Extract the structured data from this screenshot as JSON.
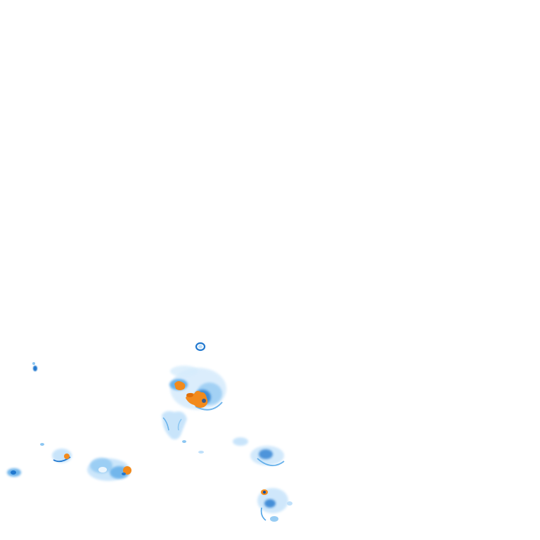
{
  "map": {
    "type": "radar-precipitation-overlay",
    "background": "#ffffff",
    "palette": {
      "light": "#bfe0fa",
      "mid_light": "#8cc6f2",
      "mid": "#4ea3e6",
      "strong": "#2178cf",
      "dark": "#0b4fa8",
      "heavy": "#f28a1c",
      "heavy_dark": "#e06f0a"
    },
    "cells": [
      {
        "id": "cell-top-small",
        "intensity": "moderate"
      },
      {
        "id": "cell-central-storm",
        "intensity": "heavy"
      },
      {
        "id": "cell-central-south",
        "intensity": "light"
      },
      {
        "id": "cell-far-left",
        "intensity": "light"
      },
      {
        "id": "cell-left-small",
        "intensity": "heavy"
      },
      {
        "id": "cell-left-large",
        "intensity": "heavy"
      },
      {
        "id": "cell-right-mid",
        "intensity": "moderate"
      },
      {
        "id": "cell-bottom-right",
        "intensity": "moderate"
      },
      {
        "id": "cell-tiny-top-left",
        "intensity": "moderate"
      }
    ]
  }
}
